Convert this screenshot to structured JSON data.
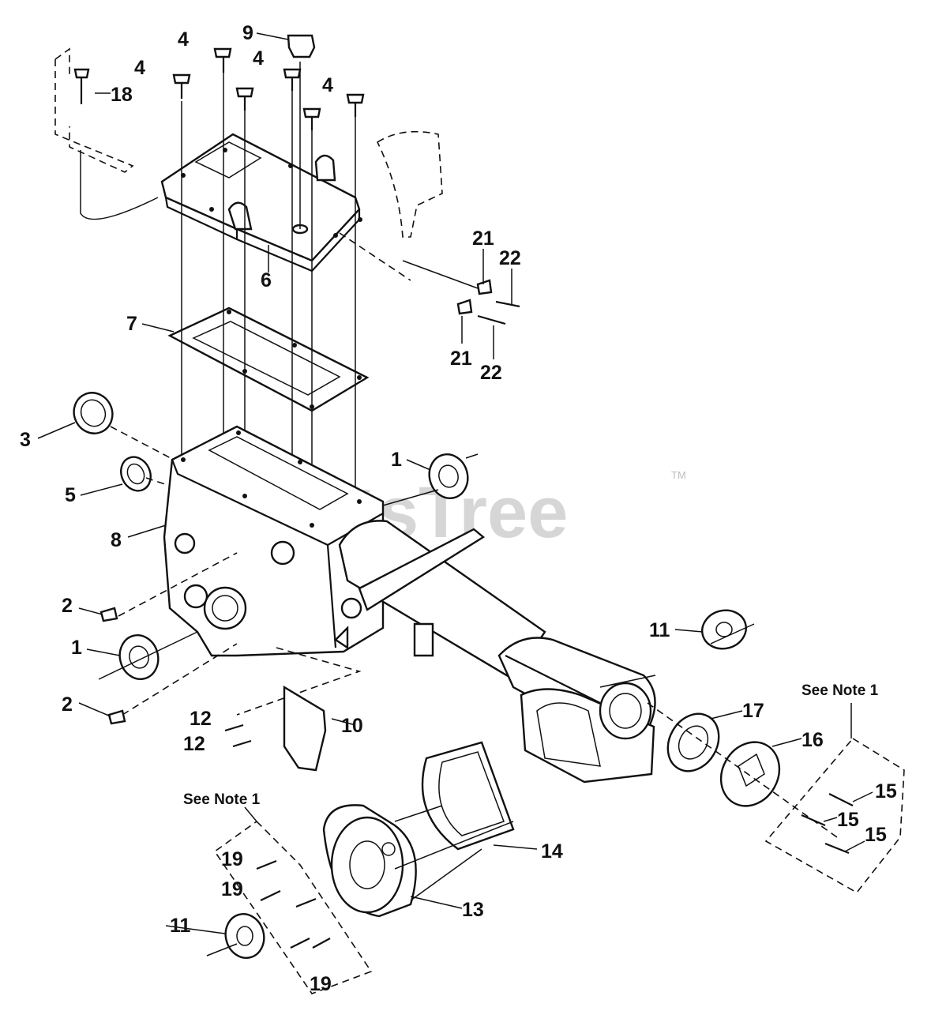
{
  "diagram": {
    "watermark": "PartsTree",
    "trademark": "TM",
    "notes": {
      "right": "See Note 1",
      "left": "See Note 1"
    },
    "labels": {
      "p1a": "1",
      "p1b": "1",
      "p2a": "2",
      "p2b": "2",
      "p3": "3",
      "p4a": "4",
      "p4b": "4",
      "p4c": "4",
      "p4d": "4",
      "p5": "5",
      "p6": "6",
      "p7": "7",
      "p8": "8",
      "p9": "9",
      "p10": "10",
      "p11a": "11",
      "p11b": "11",
      "p12a": "12",
      "p12b": "12",
      "p13": "13",
      "p14": "14",
      "p15a": "15",
      "p15b": "15",
      "p15c": "15",
      "p16": "16",
      "p17": "17",
      "p18": "18",
      "p19a": "19",
      "p19b": "19",
      "p19c": "19",
      "p21a": "21",
      "p21b": "21",
      "p22a": "22",
      "p22b": "22"
    }
  }
}
